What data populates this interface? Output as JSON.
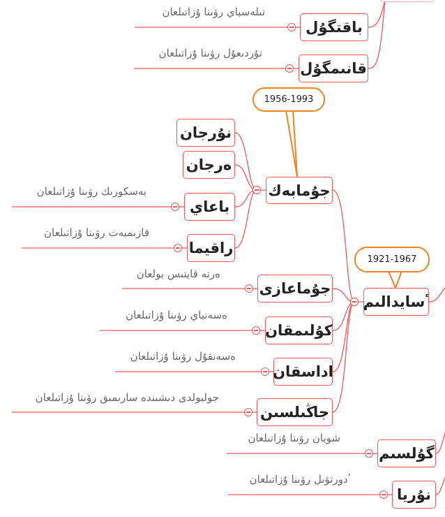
{
  "nodes": {
    "baqtgul": {
      "label": "باقتگۇل",
      "note": "تىلەسباي  رۋىنا ۇزاتىلعان"
    },
    "qanimgul": {
      "label": "قانىمگۇل",
      "note": "تۇردىعۇل  رۋىنا ۇزاتىلعان"
    },
    "jumabek": {
      "label": "جۇمابەك",
      "callout": "1956-1993"
    },
    "nurjan": {
      "label": "نۇرجان"
    },
    "erjan": {
      "label": "ەرجان"
    },
    "baghai": {
      "label": "باعاي",
      "note": "بەسكورىك  رۋىنا ۇزاتىلعان"
    },
    "raqima": {
      "label": "راقيما",
      "note": "قازىمبەت  رۋىنا ۇزاتىلعان"
    },
    "saydalim": {
      "label": "ٴسايدالىم",
      "callout": "1921-1967"
    },
    "jumaghazy": {
      "label": "جۇماعازى",
      "note": "ەرتە قايتىس بولعان"
    },
    "kulimqan": {
      "label": "كۇلىمقان",
      "note": "ەسەنباي  رۋىنا  ۇزاتىلعان"
    },
    "adasqan": {
      "label": "اداسقان",
      "note": "ەسەنقۇل  رۋىنا ۇزاتىلعان"
    },
    "janilsin": {
      "label": "جاڭىلسىن",
      "note": "جولبولدى دىشىندە سارىمىق  رۋىنا ۇزاتىلعان"
    },
    "gulsim": {
      "label": "گۇلسىم",
      "note": "شوبان  رۋىنا ۇزاتىلعان"
    },
    "nuriya": {
      "label": "نۇريا",
      "note": "ٴدورتۋىل  رۋىنا ۇزاتىلعان"
    }
  },
  "colors": {
    "branch": "#f0565a",
    "callout": "#f58220"
  }
}
